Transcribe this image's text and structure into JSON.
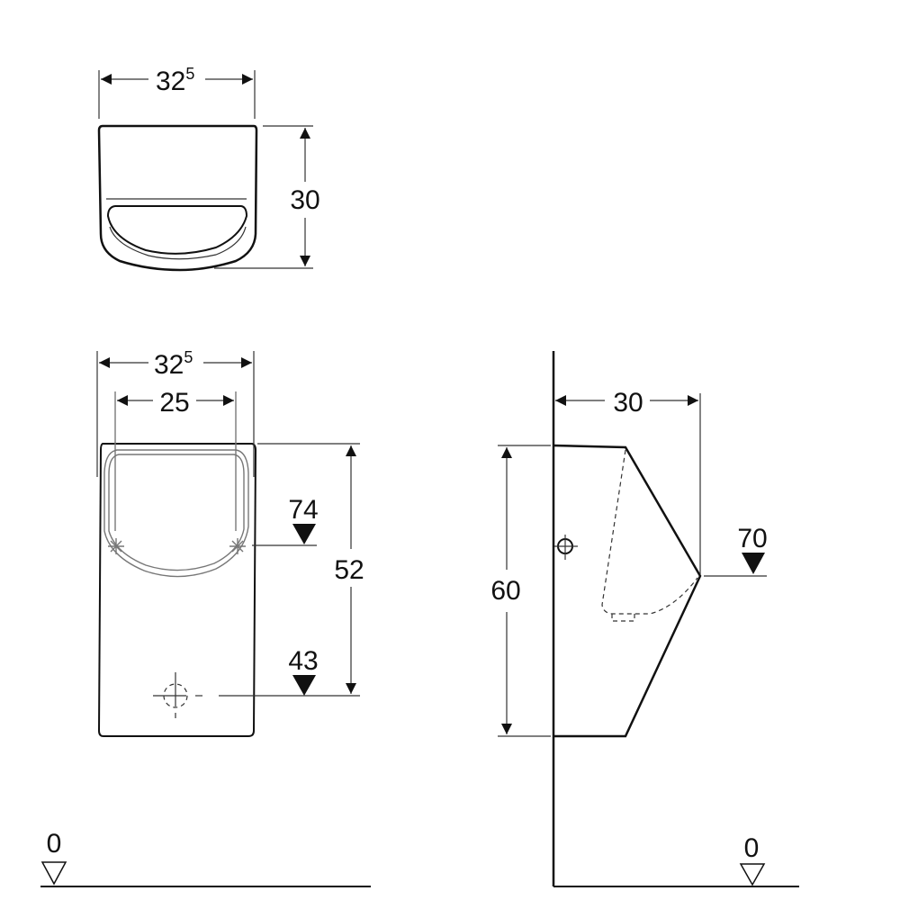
{
  "top_view": {
    "width_label": "32",
    "width_sup": "5",
    "depth_label": "30"
  },
  "front_view": {
    "width_label": "32",
    "width_sup": "5",
    "fixing_width_label": "25",
    "fixing_height_label": "52",
    "upper_level_label": "74",
    "outlet_level_label": "43"
  },
  "side_view": {
    "projection_label": "30",
    "height_label": "60",
    "rim_level_label": "70"
  },
  "floor": {
    "left_level_label": "0",
    "right_level_label": "0"
  }
}
